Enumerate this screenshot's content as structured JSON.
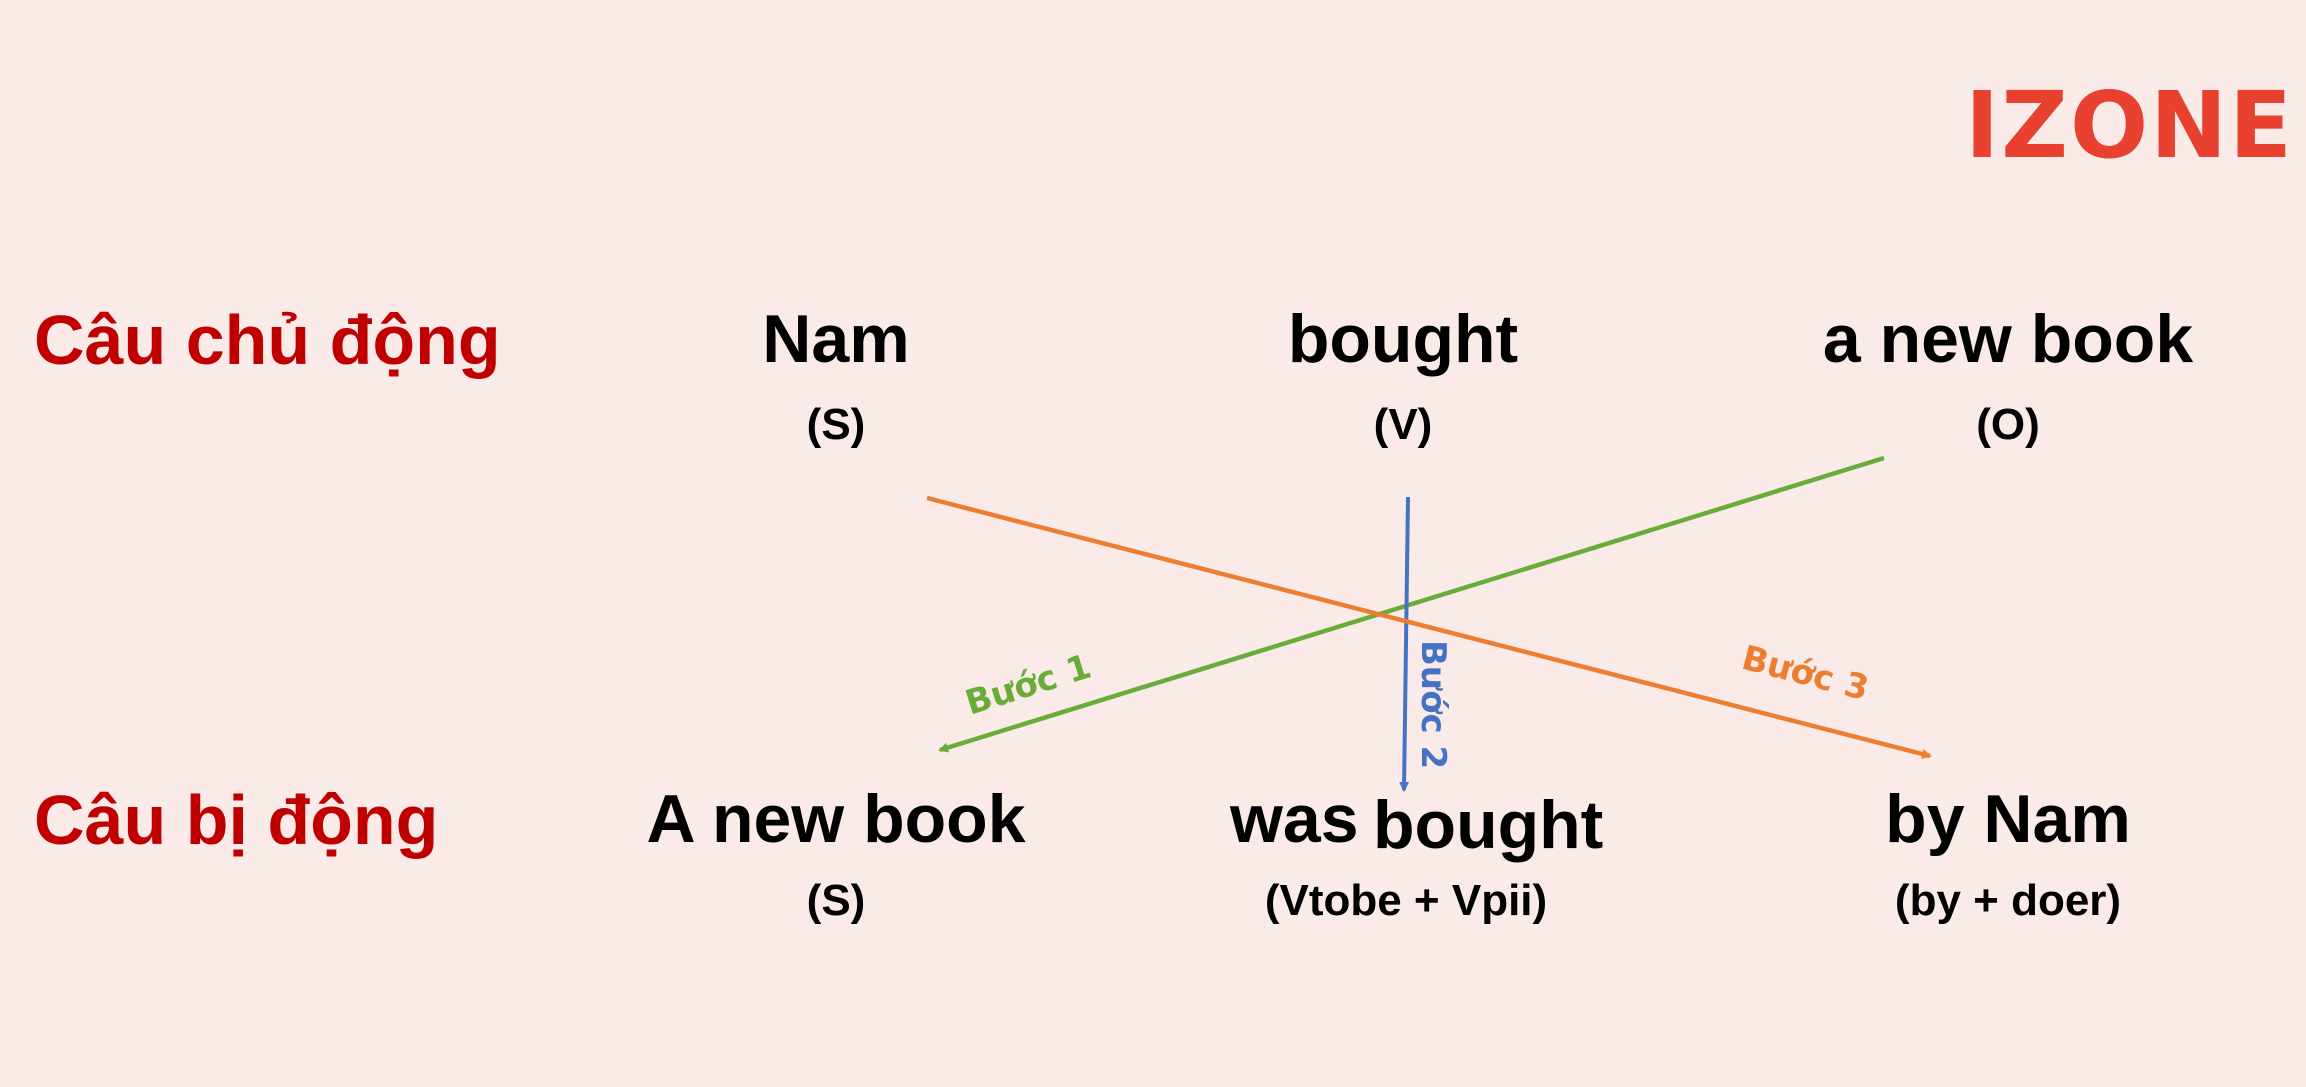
{
  "logo": "IZONE",
  "rows": {
    "active_label": "Câu chủ động",
    "passive_label": "Câu bị động"
  },
  "active": {
    "subject": "Nam",
    "subject_role": "(S)",
    "verb": "bought",
    "verb_role": "(V)",
    "object": "a new book",
    "object_role": "(O)"
  },
  "passive": {
    "subject": "A new book",
    "subject_role": "(S)",
    "aux": "was",
    "verb": "bought",
    "verb_role": "(Vtobe + Vpii)",
    "agent": "by Nam",
    "agent_role": "(by + doer)"
  },
  "steps": {
    "step1": "Bước 1",
    "step2": "Bước 2",
    "step3": "Bước 3"
  },
  "colors": {
    "label": "#c00000",
    "logo": "#e8412f",
    "step1": "#6aac3a",
    "step2": "#4472c4",
    "step3": "#ed7d31",
    "background": "#fbebe8"
  }
}
